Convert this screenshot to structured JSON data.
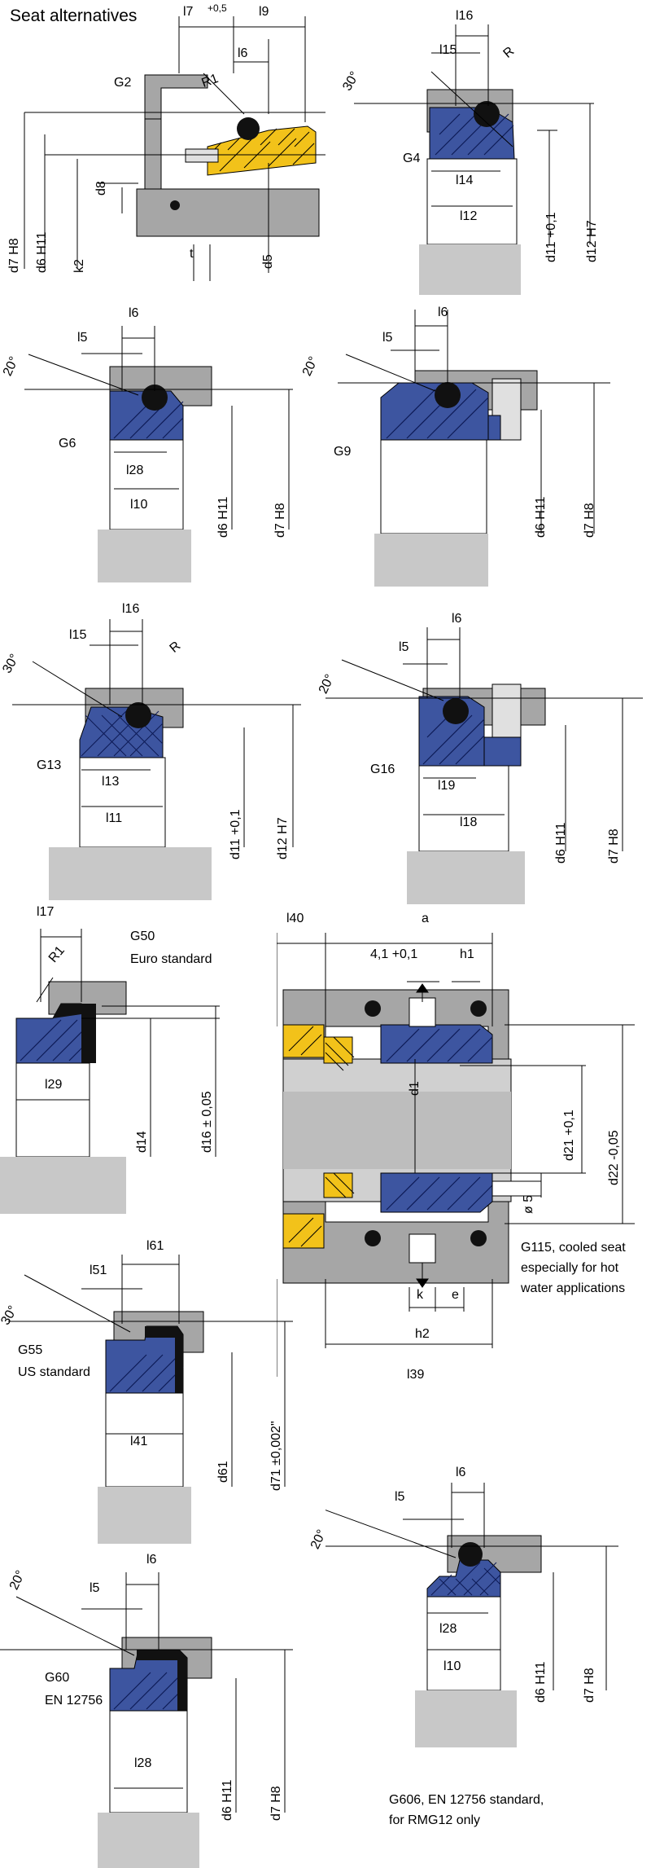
{
  "title": "Seat alternatives",
  "colors": {
    "seal_blue": "#3d55a0",
    "housing_grey": "#a6a6a6",
    "shaft_grey": "#d0d0d0",
    "insert_yellow": "#f2c21a",
    "black_ring": "#111111"
  },
  "seats": [
    {
      "name": "G2",
      "dims": [
        "l7",
        "+0,5",
        "l9",
        "l6",
        "R1",
        "d8",
        "d7 H8",
        "d6 H11",
        "k2",
        "t",
        "d5"
      ]
    },
    {
      "name": "G4",
      "dims": [
        "l16",
        "l15",
        "R",
        "30°",
        "l14",
        "l12",
        "d11 +0,1",
        "d12 H7"
      ]
    },
    {
      "name": "G6",
      "dims": [
        "l6",
        "l5",
        "20°",
        "l28",
        "l10",
        "d6 H11",
        "d7 H8"
      ]
    },
    {
      "name": "G9",
      "dims": [
        "l6",
        "l5",
        "20°",
        "d6 H11",
        "d7 H8"
      ]
    },
    {
      "name": "G13",
      "dims": [
        "l16",
        "l15",
        "R",
        "30°",
        "l13",
        "l11",
        "d11 +0,1",
        "d12 H7"
      ]
    },
    {
      "name": "G16",
      "dims": [
        "l6",
        "l5",
        "20°",
        "l19",
        "l18",
        "d6 H11",
        "d7 H8"
      ]
    },
    {
      "name": "G50",
      "caption": "Euro standard",
      "dims": [
        "l17",
        "R1",
        "l29",
        "d14",
        "d16 ± 0,05"
      ]
    },
    {
      "name": "G115",
      "caption": "G115, cooled seat especially for hot water applications",
      "dims": [
        "l40",
        "a",
        "4,1 +0,1",
        "h1",
        "d1",
        "d21 +0,1",
        "d22 -0,05",
        "ø 5",
        "k",
        "e",
        "h2",
        "l39"
      ]
    },
    {
      "name": "G55",
      "caption": "US standard",
      "dims": [
        "l61",
        "l51",
        "30°",
        "l41",
        "d61",
        "d71 ±0,002\""
      ]
    },
    {
      "name": "G60",
      "caption": "EN 12756",
      "dims": [
        "l6",
        "l5",
        "20°",
        "l28",
        "d6 H11",
        "d7 H8"
      ]
    },
    {
      "name": "G606",
      "caption": "G606, EN 12756 standard, for RMG12 only",
      "dims": [
        "l6",
        "l5",
        "20°",
        "l28",
        "l10",
        "d6 H11",
        "d7 H8"
      ]
    }
  ]
}
